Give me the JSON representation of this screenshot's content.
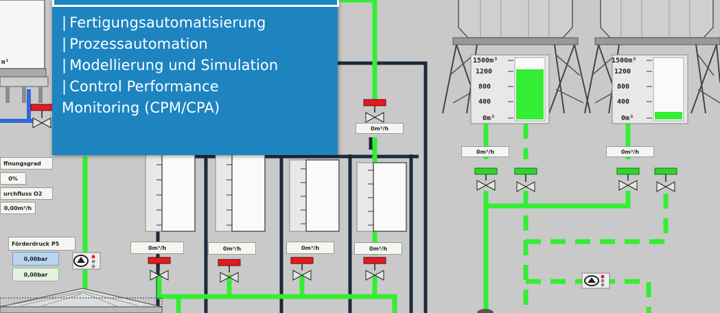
{
  "overlay": {
    "items": [
      {
        "prefix": "|",
        "text": "Fertigungsautomatisierung"
      },
      {
        "prefix": "|",
        "text": "Prozessautomation"
      },
      {
        "prefix": "|",
        "text": "Modellierung und Simulation"
      },
      {
        "prefix": "|",
        "text": "Control Performance",
        "continuation": "Monitoring (CPM/CPA)"
      }
    ]
  },
  "left_panel": {
    "volume_unit": "m³",
    "opening_label": "ffnungsgrad",
    "opening_value": "0%",
    "flow_label": "urchfluss O2",
    "flow_value": "0,00m³/h",
    "pressure_label": "Förderdruck P5",
    "pressure_value_1": "0,00bar",
    "pressure_value_2": "0,00bar"
  },
  "flow_readouts": {
    "valve_top": "0m³/h",
    "silo1_out": "0m³/h",
    "silo2_out": "0m³/h",
    "tank1": "0m³/h",
    "tank2": "0m³/h",
    "tank3": "0m³/h",
    "tank4": "0m³/h"
  },
  "silos": {
    "ticks": [
      "1500m³",
      "1200",
      "800",
      "400",
      "0m³"
    ],
    "silo1": {
      "level_fraction": 0.83
    },
    "silo2": {
      "level_fraction": 0.12
    }
  },
  "colors": {
    "background": "#c9c9c9",
    "active_pipe": "#33ee33",
    "dark_pipe": "#1d2a3a",
    "valve_closed": "#e21b23",
    "valve_open": "#2fd52f",
    "overlay": "#1d84c0"
  }
}
